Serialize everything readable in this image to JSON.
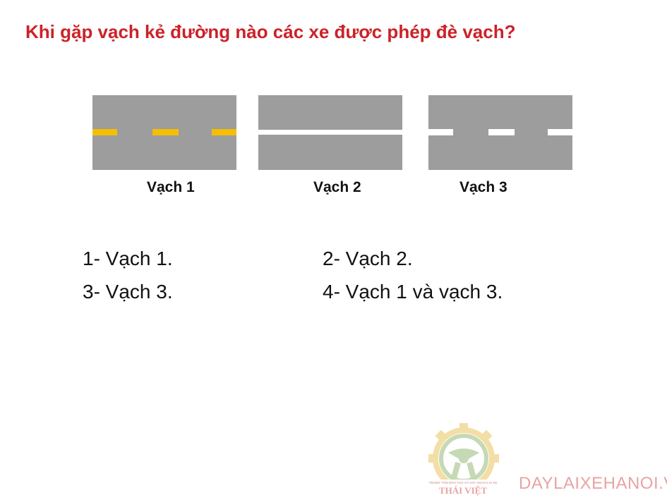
{
  "question": {
    "title": "Khi gặp vạch kẻ đường nào các xe được phép đè vạch?"
  },
  "figure": {
    "labels": [
      "Vạch 1",
      "Vạch 2",
      "Vạch 3"
    ],
    "colors": {
      "road": "#9d9d9d",
      "yellow_dash": "#f5bf00",
      "white_line": "#ffffff"
    }
  },
  "answers": [
    {
      "text": "1- Vạch 1."
    },
    {
      "text": "2- Vạch 2."
    },
    {
      "text": "3- Vạch 3."
    },
    {
      "text": "4- Vạch 1 và vạch 3."
    }
  ],
  "watermark": {
    "logo_small_text": "TRUNG TÂM ĐÀO TẠO VÀ SÁT HẠCH LÁI XE",
    "logo_name": "THÁI VIỆT",
    "site": "DAYLAIXEHANOI.VN"
  },
  "colors": {
    "title": "#cc2229",
    "brand": "#e8a3a3",
    "logo_gear": "#f3dea6",
    "logo_wheel": "#c5d9b5"
  }
}
